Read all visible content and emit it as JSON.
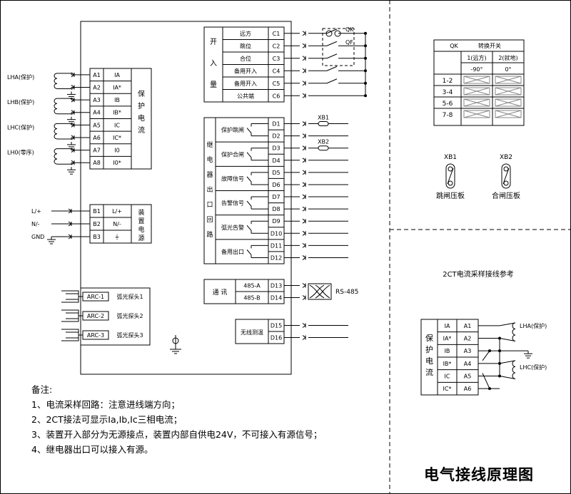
{
  "title": "电气接线原理图",
  "current_inputs": {
    "section_label": [
      "保",
      "护",
      "电",
      "流"
    ],
    "pins": [
      "A1",
      "A2",
      "A3",
      "A4",
      "A5",
      "A6",
      "A7",
      "A8"
    ],
    "signals": [
      "IA",
      "IA*",
      "IB",
      "IB*",
      "IC",
      "IC*",
      "I0",
      "I0*"
    ],
    "ct_labels": [
      "LHA(保护)",
      "LHB(保护)",
      "LHC(保护)",
      "LH0(零序)"
    ]
  },
  "power": {
    "section_label": [
      "装",
      "置",
      "电",
      "源"
    ],
    "pins": [
      "B1",
      "B2",
      "B3"
    ],
    "signals": [
      "L/+",
      "N/-",
      "⏚"
    ],
    "ext_labels": [
      "L/+",
      "N/-",
      "GND"
    ]
  },
  "arc": {
    "tags": [
      "ARC-1",
      "ARC-2",
      "ARC-3"
    ],
    "labels": [
      "弧光探头1",
      "弧光探头2",
      "弧光探头3"
    ]
  },
  "binary_inputs": {
    "section_label": [
      "开",
      "入",
      "量"
    ],
    "names": [
      "远方",
      "跳位",
      "合位",
      "备用开入",
      "备用开入",
      "公共端"
    ],
    "pins": [
      "C1",
      "C2",
      "C3",
      "C4",
      "C5",
      "C6"
    ],
    "qk": "QK",
    "qf": "QF"
  },
  "relay_outputs": {
    "section_label": [
      "继",
      "电",
      "器",
      "出",
      "口",
      "回",
      "路"
    ],
    "groups": [
      "保护跳闸",
      "保护合闸",
      "故障信号",
      "告警信号",
      "弧光告警",
      "备用出口"
    ],
    "pins": [
      "D1",
      "D2",
      "D3",
      "D4",
      "D5",
      "D6",
      "D7",
      "D8",
      "D9",
      "D10",
      "D11",
      "D12"
    ],
    "xb1": "XB1",
    "xb2": "XB2"
  },
  "comm": {
    "label": "通  讯",
    "names": [
      "485-A",
      "485-B"
    ],
    "pins": [
      "D13",
      "D14"
    ],
    "rs485": "RS-485"
  },
  "temp": {
    "label": "无线测温",
    "pins": [
      "D15",
      "D16"
    ]
  },
  "switch_table": {
    "title_qk": "QK",
    "title_name": "转换开关",
    "col1": "1(远方)",
    "col2": "2(就地)",
    "angle1": "-90°",
    "angle2": "0°",
    "rows": [
      "1-2",
      "3-4",
      "5-6",
      "7-8"
    ]
  },
  "plates": {
    "xb1": "XB1",
    "xb2": "XB2",
    "xb1_name": "跳闸压板",
    "xb2_name": "合闸压板"
  },
  "ct2": {
    "title": "2CT电流采样接线参考",
    "section_label": [
      "保",
      "护",
      "电",
      "流"
    ],
    "signals": [
      "IA",
      "IA*",
      "IB",
      "IB*",
      "IC",
      "IC*"
    ],
    "pins": [
      "A1",
      "A2",
      "A3",
      "A4",
      "A5",
      "A6"
    ],
    "ct_labels": [
      "LHA(保护)",
      "LHC(保护)"
    ]
  },
  "notes": {
    "heading": "备注:",
    "items": [
      "1、电流采样回路：注意进线端方向；",
      "2、2CT接法可显示Ia,Ib,Ic三相电流；",
      "3、装置开入部分为无源接点，装置内部自供电24V，不可接入有源信号；",
      "4、继电器出口可以接入有源。"
    ]
  }
}
